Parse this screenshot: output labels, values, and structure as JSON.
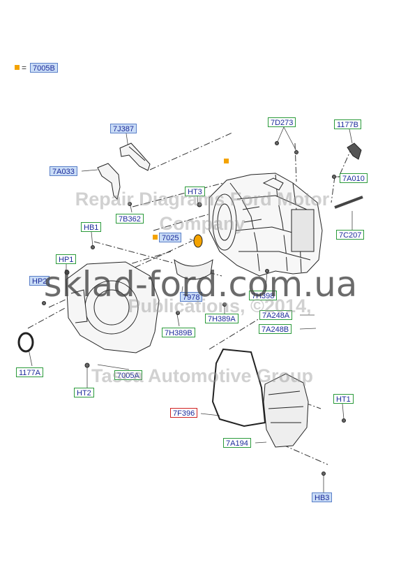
{
  "legend": {
    "equals": "=",
    "code": "7005B",
    "color": "#f4a300"
  },
  "labels": {
    "l_7j387": "7J387",
    "l_7d273": "7D273",
    "l_1177b": "1177B",
    "l_7a033": "7A033",
    "l_7a010": "7A010",
    "l_ht3": "HT3",
    "l_7b362": "7B362",
    "l_hb1": "HB1",
    "l_7c207": "7C207",
    "l_7025": "7025",
    "l_hp1": "HP1",
    "l_hp2": "HP2",
    "l_7978": "7978",
    "l_7h398": "7H398",
    "l_7h389a": "7H389A",
    "l_7a248a": "7A248A",
    "l_7h389b": "7H389B",
    "l_7a248b": "7A248B",
    "l_1177a": "1177A",
    "l_7005a": "7005A",
    "l_ht2": "HT2",
    "l_ht1": "HT1",
    "l_7f396": "7F396",
    "l_7a194": "7A194",
    "l_hb3": "HB3"
  },
  "watermarks": {
    "line1": "Repair Diagrams Ford Motor",
    "line2": "Company",
    "site": "sklad-ford.com.ua",
    "line3": "Publications, ©2014,",
    "line4": "Tasca Automotive Group"
  }
}
